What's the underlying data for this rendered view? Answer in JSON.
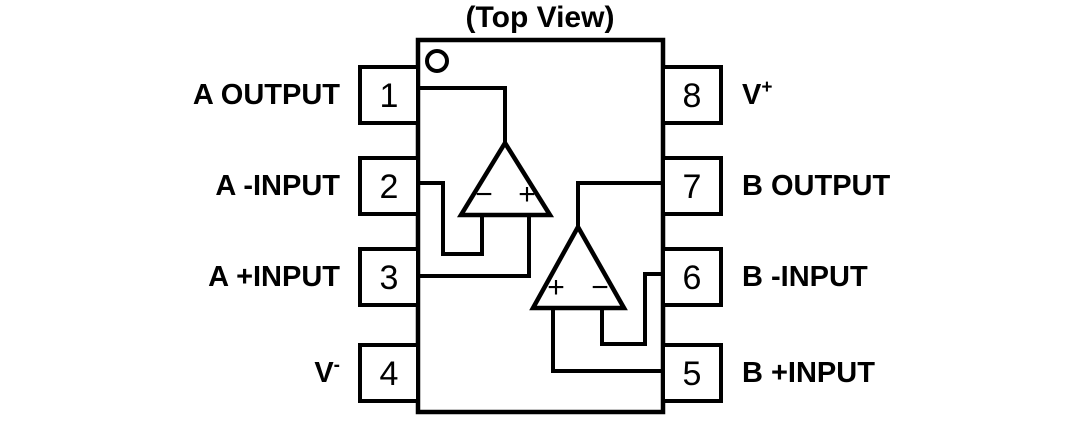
{
  "title": "(Top View)",
  "package": {
    "type": "8-pin dual op-amp SOIC/DIP pinout",
    "notch_icon": "pin1-notch-circle"
  },
  "pins": {
    "left": [
      {
        "number": "1",
        "label": "A OUTPUT",
        "sup": "",
        "function": "output",
        "amp": "A"
      },
      {
        "number": "2",
        "label": "A -INPUT",
        "sup": "",
        "function": "inverting-input",
        "amp": "A"
      },
      {
        "number": "3",
        "label": "A +INPUT",
        "sup": "",
        "function": "noninverting-input",
        "amp": "A"
      },
      {
        "number": "4",
        "label": "V",
        "sup": "-",
        "function": "negative-supply",
        "amp": ""
      }
    ],
    "right": [
      {
        "number": "8",
        "label": "V",
        "sup": "+",
        "function": "positive-supply",
        "amp": ""
      },
      {
        "number": "7",
        "label": "B OUTPUT",
        "sup": "",
        "function": "output",
        "amp": "B"
      },
      {
        "number": "6",
        "label": "B -INPUT",
        "sup": "",
        "function": "inverting-input",
        "amp": "B"
      },
      {
        "number": "5",
        "label": "B +INPUT",
        "sup": "",
        "function": "noninverting-input",
        "amp": "B"
      }
    ]
  },
  "opamps": [
    {
      "name": "A",
      "left_sign": "−",
      "right_sign": "+"
    },
    {
      "name": "B",
      "left_sign": "+",
      "right_sign": "−"
    }
  ],
  "colors": {
    "line": "#000000",
    "text": "#000000",
    "background": "#ffffff"
  }
}
